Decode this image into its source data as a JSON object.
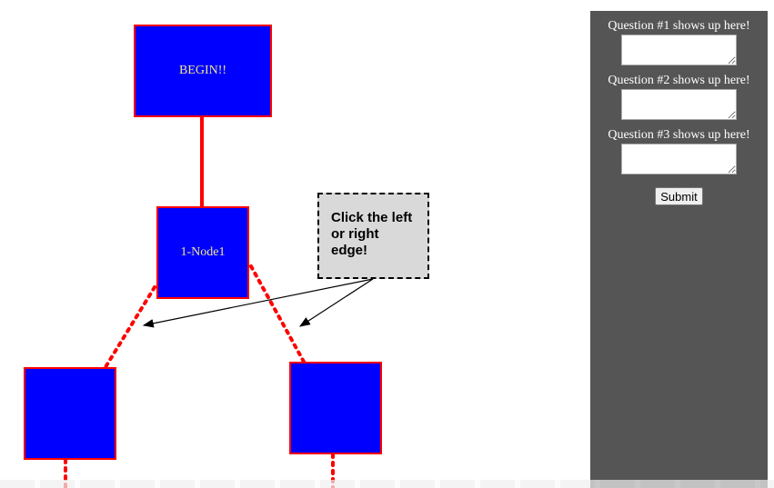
{
  "tree": {
    "root_label": "BEGIN!!",
    "node1_label": "1-Node1",
    "left_child_label": "",
    "right_child_label": ""
  },
  "hint": {
    "text": "Click the left or right edge!"
  },
  "sidebar": {
    "questions": [
      {
        "label": "Question #1 shows up here!",
        "value": ""
      },
      {
        "label": "Question #2 shows up here!",
        "value": ""
      },
      {
        "label": "Question #3 shows up here!",
        "value": ""
      }
    ],
    "submit_label": "Submit"
  },
  "colors": {
    "node_fill": "#0000ff",
    "node_border": "#ff0000",
    "node_text": "#f0e68c",
    "edge_solid": "#ff0000",
    "edge_dotted": "#ff0000",
    "sidebar_bg": "#555555",
    "hint_bg": "#d9d9d9"
  }
}
